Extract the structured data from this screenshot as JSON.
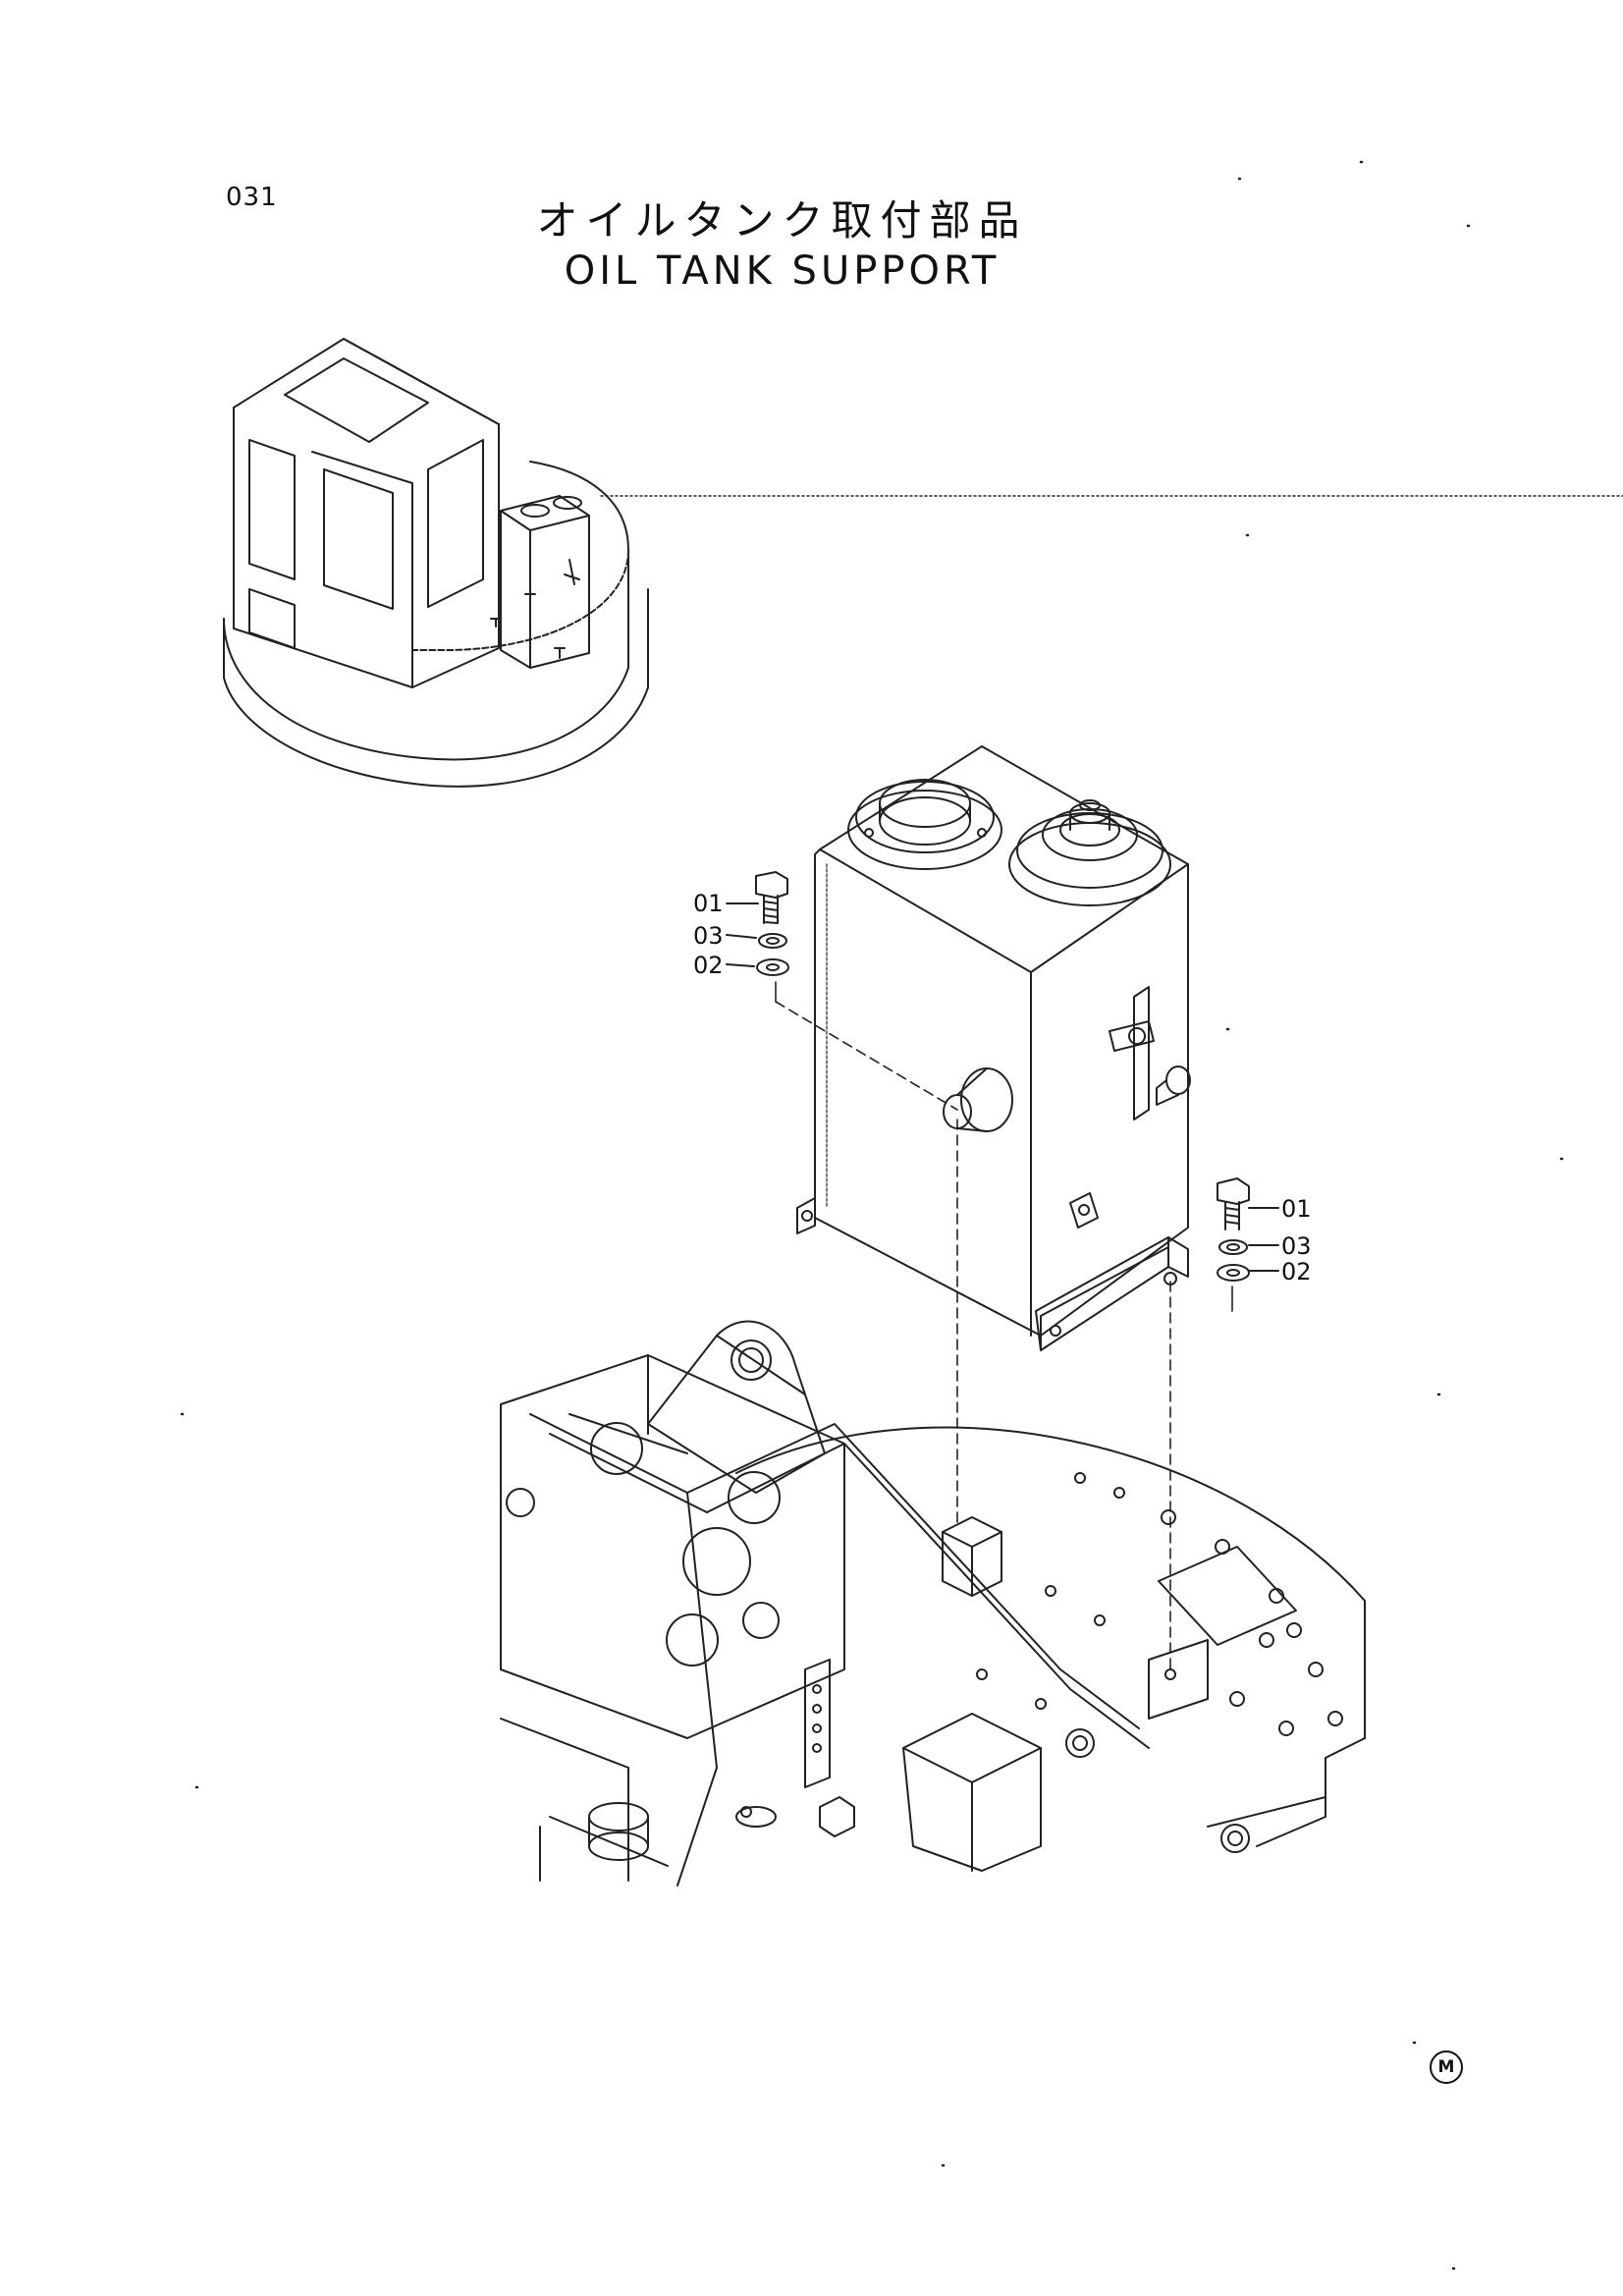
{
  "page": {
    "number": "031",
    "title_jp": "オイルタンク取付部品",
    "title_en": "OIL TANK SUPPORT",
    "mark": "M"
  },
  "callouts": {
    "left": [
      "01",
      "03",
      "02"
    ],
    "right": [
      "01",
      "03",
      "02"
    ]
  },
  "parts": [
    {
      "id": "01",
      "icon": "bolt-icon"
    },
    {
      "id": "03",
      "icon": "spring-washer-icon"
    },
    {
      "id": "02",
      "icon": "flat-washer-icon"
    }
  ]
}
